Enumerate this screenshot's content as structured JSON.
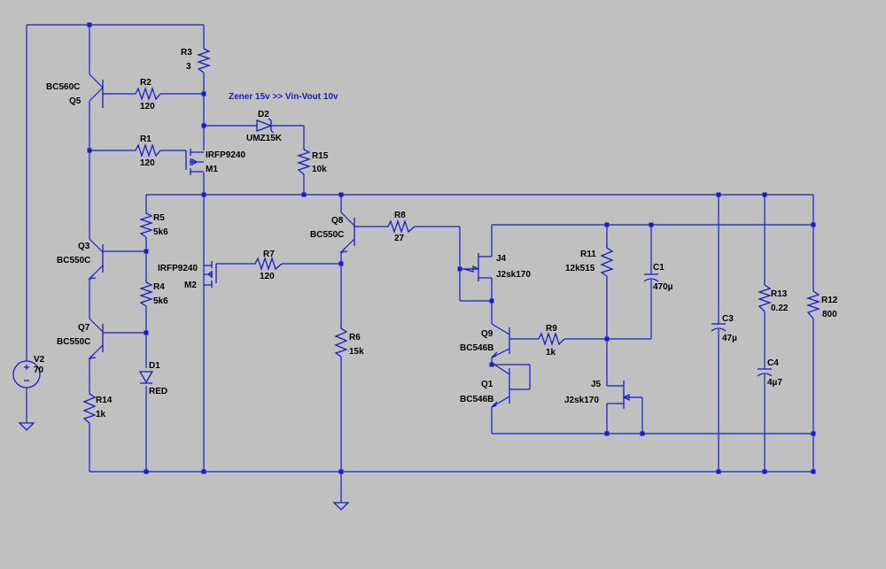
{
  "annotation": "Zener 15v >> Vin-Vout 10v",
  "components": {
    "V2": {
      "ref": "V2",
      "value": "70"
    },
    "Q5": {
      "ref": "Q5",
      "value": "BC560C"
    },
    "R2": {
      "ref": "R2",
      "value": "120"
    },
    "R3": {
      "ref": "R3",
      "value": "3"
    },
    "D2": {
      "ref": "D2",
      "value": "UMZ15K"
    },
    "R1": {
      "ref": "R1",
      "value": "120"
    },
    "M1": {
      "ref": "M1",
      "value": "IRFP9240"
    },
    "R15": {
      "ref": "R15",
      "value": "10k"
    },
    "R5": {
      "ref": "R5",
      "value": "5k6"
    },
    "Q3": {
      "ref": "Q3",
      "value": "BC550C"
    },
    "R4": {
      "ref": "R4",
      "value": "5k6"
    },
    "Q7": {
      "ref": "Q7",
      "value": "BC550C"
    },
    "D1": {
      "ref": "D1",
      "value": "RED"
    },
    "R14": {
      "ref": "R14",
      "value": "1k"
    },
    "M2": {
      "ref": "M2",
      "value": "IRFP9240"
    },
    "R7": {
      "ref": "R7",
      "value": "120"
    },
    "Q8": {
      "ref": "Q8",
      "value": "BC550C"
    },
    "R8": {
      "ref": "R8",
      "value": "27"
    },
    "R6": {
      "ref": "R6",
      "value": "15k"
    },
    "J4": {
      "ref": "J4",
      "value": "J2sk170"
    },
    "R11": {
      "ref": "R11",
      "value": "12k515"
    },
    "C1": {
      "ref": "C1",
      "value": "470µ"
    },
    "Q9": {
      "ref": "Q9",
      "value": "BC546B"
    },
    "R9": {
      "ref": "R9",
      "value": "1k"
    },
    "Q1": {
      "ref": "Q1",
      "value": "BC546B"
    },
    "J5": {
      "ref": "J5",
      "value": "J2sk170"
    },
    "C3": {
      "ref": "C3",
      "value": "47µ"
    },
    "R13": {
      "ref": "R13",
      "value": "0.22"
    },
    "C4": {
      "ref": "C4",
      "value": "4µ7"
    },
    "R12": {
      "ref": "R12",
      "value": "800"
    }
  }
}
